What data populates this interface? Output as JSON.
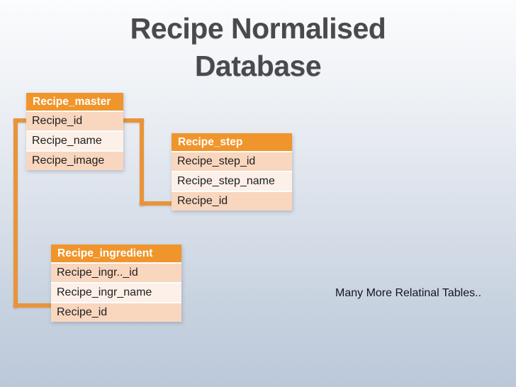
{
  "slide": {
    "title_line1": "Recipe Normalised",
    "title_line2": "Database",
    "note": "Many More Relatinal Tables.."
  },
  "tables": [
    {
      "name": "Recipe_master",
      "fields": [
        "Recipe_id",
        "Recipe_name",
        "Recipe_image"
      ]
    },
    {
      "name": "Recipe_step",
      "fields": [
        "Recipe_step_id",
        "Recipe_step_name",
        "Recipe_id"
      ]
    },
    {
      "name": "Recipe_ingredient",
      "fields": [
        "Recipe_ingr.._id",
        "Recipe_ingr_name",
        "Recipe_id"
      ]
    }
  ],
  "relationships": [
    {
      "from": "Recipe_master.Recipe_id",
      "to": "Recipe_step.Recipe_id"
    },
    {
      "from": "Recipe_master.Recipe_id",
      "to": "Recipe_ingredient.Recipe_id"
    }
  ],
  "colors": {
    "header_orange": "#f0952b",
    "row_peach": "#f9d6be",
    "row_light": "#fcf0e8",
    "connector_orange": "#e8943b",
    "title_gray": "#4a4a4d",
    "background_top": "#fbfcfe",
    "background_bottom": "#bbc8da"
  }
}
